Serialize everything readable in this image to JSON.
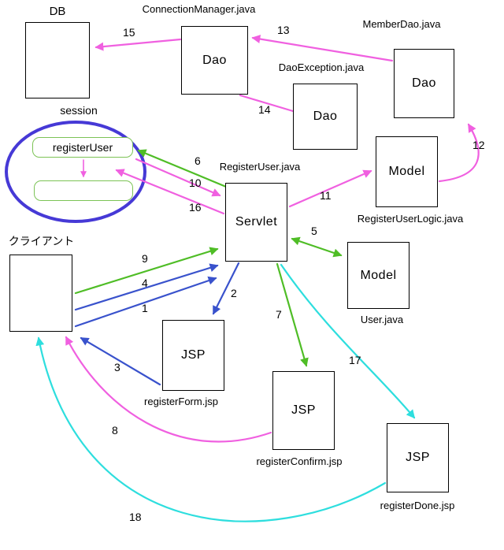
{
  "diagram": {
    "boxes": {
      "db": {
        "caption": "DB",
        "label": ""
      },
      "connection_manager": {
        "caption": "ConnectionManager.java",
        "label": "Dao"
      },
      "member_dao": {
        "caption": "MemberDao.java",
        "label": "Dao"
      },
      "dao_exception": {
        "caption": "DaoException.java",
        "label": "Dao"
      },
      "register_user_logic": {
        "caption": "RegisterUserLogic.java",
        "label": "Model"
      },
      "servlet": {
        "caption": "RegisterUser.java",
        "label": "Servlet"
      },
      "user_model": {
        "caption": "User.java",
        "label": "Model"
      },
      "client": {
        "caption": "クライアント",
        "label": ""
      },
      "register_form": {
        "caption": "registerForm.jsp",
        "label": "JSP"
      },
      "register_confirm": {
        "caption": "registerConfirm.jsp",
        "label": "JSP"
      },
      "register_done": {
        "caption": "registerDone.jsp",
        "label": "JSP"
      }
    },
    "session": {
      "caption": "session",
      "item1": "registerUser",
      "item2": ""
    },
    "step_labels": [
      "1",
      "2",
      "3",
      "4",
      "5",
      "6",
      "7",
      "8",
      "9",
      "10",
      "11",
      "12",
      "13",
      "14",
      "15",
      "16",
      "17",
      "18"
    ],
    "colors": {
      "pink": "#f060e0",
      "green": "#4fbd26",
      "blue": "#3952cc",
      "cyan": "#2edede",
      "session_border": "#4639d6",
      "session_item_border": "#7cc356",
      "box_border": "#000000"
    },
    "arrows": [
      {
        "n": 1,
        "color": "blue",
        "from": "client",
        "to": "servlet"
      },
      {
        "n": 2,
        "color": "blue",
        "from": "servlet",
        "to": "register_form"
      },
      {
        "n": 3,
        "color": "blue",
        "from": "register_form",
        "to": "client"
      },
      {
        "n": 4,
        "color": "blue",
        "from": "client",
        "to": "servlet"
      },
      {
        "n": 5,
        "color": "green",
        "from": "servlet",
        "to": "user_model",
        "bidirectional": true
      },
      {
        "n": 6,
        "color": "green",
        "from": "servlet",
        "to": "session"
      },
      {
        "n": 7,
        "color": "green",
        "from": "servlet",
        "to": "register_confirm"
      },
      {
        "n": 8,
        "color": "pink",
        "from": "register_confirm",
        "to": "client"
      },
      {
        "n": 9,
        "color": "green",
        "from": "client",
        "to": "servlet"
      },
      {
        "n": 10,
        "color": "pink",
        "from": "session",
        "to": "servlet"
      },
      {
        "n": 11,
        "color": "pink",
        "from": "servlet",
        "to": "register_user_logic"
      },
      {
        "n": 12,
        "color": "pink",
        "from": "register_user_logic",
        "to": "member_dao"
      },
      {
        "n": 13,
        "color": "pink",
        "from": "member_dao",
        "to": "connection_manager"
      },
      {
        "n": 14,
        "color": "pink",
        "from": "dao_exception",
        "to": "connection_manager"
      },
      {
        "n": 15,
        "color": "pink",
        "from": "connection_manager",
        "to": "db"
      },
      {
        "n": 16,
        "color": "pink",
        "from": "servlet",
        "to": "session"
      },
      {
        "n": 17,
        "color": "cyan",
        "from": "servlet",
        "to": "register_done"
      },
      {
        "n": 18,
        "color": "cyan",
        "from": "register_done",
        "to": "client"
      }
    ]
  }
}
